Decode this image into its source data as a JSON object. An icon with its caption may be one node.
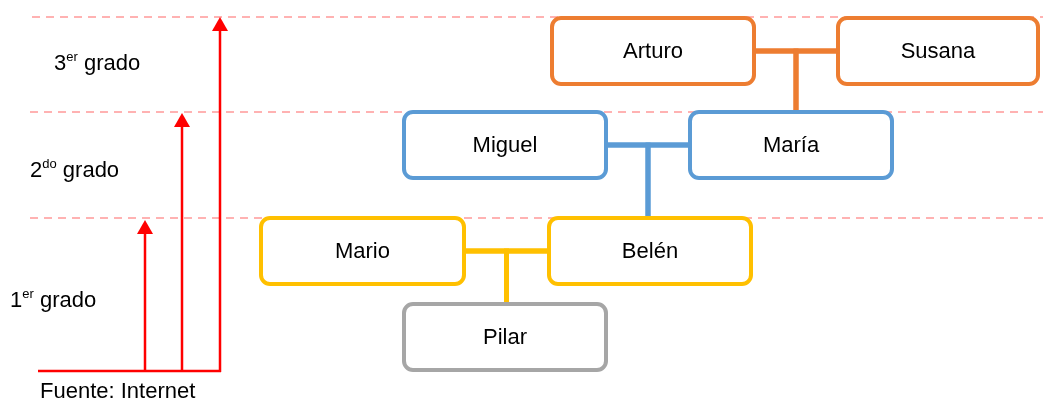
{
  "diagram": {
    "nodes": [
      {
        "text": [
          "Arturo"
        ]
      },
      {
        "text": [
          "Susana"
        ]
      },
      {
        "text": [
          "Miguel"
        ]
      },
      {
        "text": [
          "María"
        ]
      },
      {
        "text": [
          "Mario"
        ]
      },
      {
        "text": [
          "Belén"
        ]
      },
      {
        "text": [
          "Pilar"
        ]
      }
    ],
    "edges": [
      {
        "from": 0,
        "to": 1,
        "arrow": "none",
        "color": "#ed7d31"
      },
      {
        "from": 0,
        "to": 3,
        "arrow": "none",
        "color": "#ed7d31"
      },
      {
        "from": 1,
        "to": 3,
        "arrow": "none",
        "color": "#ed7d31"
      },
      {
        "from": 2,
        "to": 3,
        "arrow": "none",
        "color": "#5b9bd5"
      },
      {
        "from": 2,
        "to": 5,
        "arrow": "none",
        "color": "#5b9bd5"
      },
      {
        "from": 3,
        "to": 5,
        "arrow": "none",
        "color": "#5b9bd5"
      },
      {
        "from": 4,
        "to": 5,
        "arrow": "none",
        "color": "#ffc000"
      },
      {
        "from": 4,
        "to": 6,
        "arrow": "none",
        "color": "#ffc000"
      },
      {
        "from": 5,
        "to": 6,
        "arrow": "none",
        "color": "#ffc000"
      }
    ],
    "labels": [
      "3$^{er}$ grado",
      "2$^{do}$ grado",
      "1$^{er}$ grado",
      "Fuente: Internet"
    ]
  }
}
